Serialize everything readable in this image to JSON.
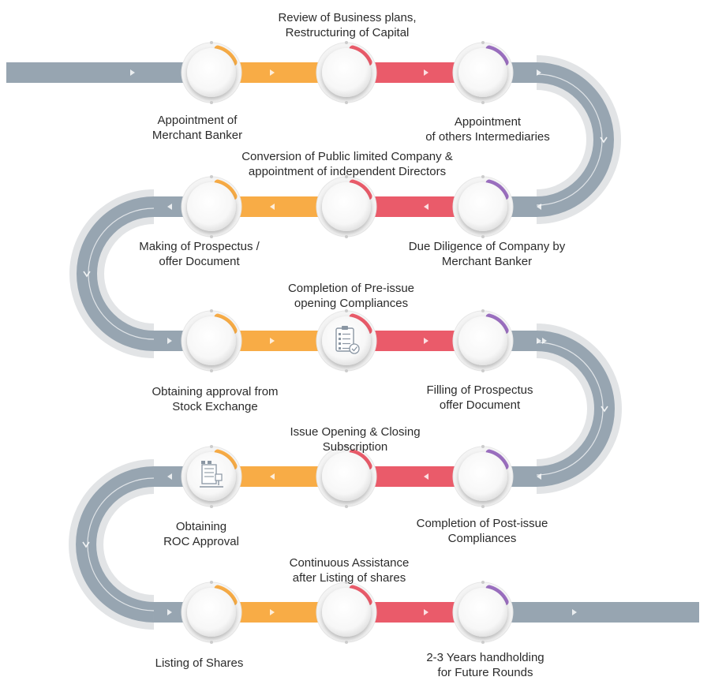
{
  "steps": [
    {
      "id": 1,
      "lines": [
        "Appointment of",
        "Merchant Banker"
      ]
    },
    {
      "id": 2,
      "lines": [
        "Review of Business plans,",
        "Restructuring of Capital"
      ]
    },
    {
      "id": 3,
      "lines": [
        "Appointment",
        "of others Intermediaries"
      ]
    },
    {
      "id": 4,
      "lines": [
        "Due Diligence of Company by",
        "Merchant Banker"
      ]
    },
    {
      "id": 5,
      "lines": [
        "Conversion of Public limited Company &",
        "appointment of independent Directors"
      ]
    },
    {
      "id": 6,
      "lines": [
        "Making of Prospectus /",
        "offer Document"
      ]
    },
    {
      "id": 7,
      "lines": [
        "Obtaining approval from",
        "Stock Exchange"
      ]
    },
    {
      "id": 8,
      "lines": [
        "Completion of Pre-issue",
        "opening Compliances"
      ]
    },
    {
      "id": 9,
      "lines": [
        "Filling of Prospectus",
        "offer Document"
      ]
    },
    {
      "id": 10,
      "lines": [
        "Completion of Post-issue",
        "Compliances"
      ]
    },
    {
      "id": 11,
      "lines": [
        "Issue Opening & Closing",
        "Subscription"
      ]
    },
    {
      "id": 12,
      "lines": [
        "Obtaining",
        "ROC Approval"
      ]
    },
    {
      "id": 13,
      "lines": [
        "Listing of Shares"
      ]
    },
    {
      "id": 14,
      "lines": [
        "Continuous Assistance",
        "after Listing of shares"
      ]
    },
    {
      "id": 15,
      "lines": [
        "2-3 Years handholding",
        "for Future Rounds"
      ]
    }
  ],
  "icons": {
    "step8": "checklist-icon",
    "step12": "document-stamp-icon"
  },
  "colors": {
    "track_gray": "#97a5b1",
    "track_light": "#e2e4e6",
    "segment_orange": "#f8ac46",
    "segment_red": "#ea5b6a",
    "accent_purple": "#9b6fc0",
    "circle_face": "#ffffff",
    "text": "#2b2b2b"
  }
}
